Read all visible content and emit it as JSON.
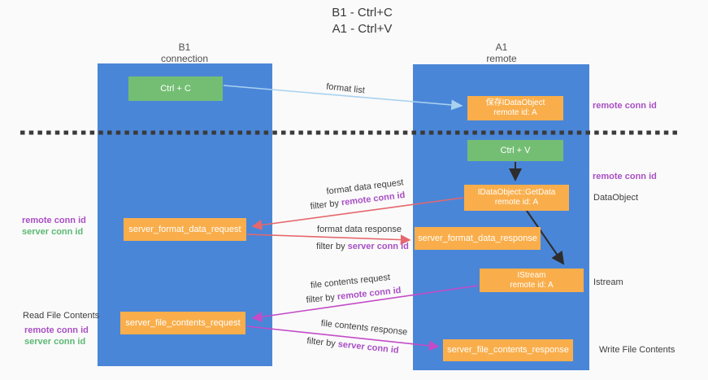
{
  "title": {
    "line1": "B1 - Ctrl+C",
    "line2": "A1 - Ctrl+V"
  },
  "columns": {
    "left": {
      "name": "B1",
      "role": "connection"
    },
    "right": {
      "name": "A1",
      "role": "remote"
    }
  },
  "nodes": {
    "ctrl_c": {
      "label": "Ctrl + C"
    },
    "save_dataobject": {
      "line1": "保存IDataObject",
      "line2": "remote id: A"
    },
    "ctrl_v": {
      "label": "Ctrl + V"
    },
    "getdata": {
      "line1": "IDataObject::GetData",
      "line2": "remote id: A"
    },
    "istream": {
      "line1": "IStream",
      "line2": "remote id: A"
    },
    "server_format_data_request": {
      "label": "server_format_data_request"
    },
    "server_format_data_response": {
      "label": "server_format_data_response"
    },
    "server_file_contents_request": {
      "label": "server_file_contents_request"
    },
    "server_file_contents_response": {
      "label": "server_file_contents_response"
    }
  },
  "side_labels": {
    "right_remote_conn_id_1": "remote conn id",
    "right_remote_conn_id_2": "remote conn id",
    "right_dataobject": "DataObject",
    "right_istream": "Istream",
    "right_write_file_contents": "Write File Contents",
    "left_remote_conn_id_1": "remote conn id",
    "left_server_conn_id_1": "server conn id",
    "left_read_file_contents": "Read File Contents",
    "left_remote_conn_id_2": "remote conn id",
    "left_server_conn_id_2": "server conn id"
  },
  "arrow_labels": {
    "format_list": "format list",
    "format_data_request": "format data request",
    "filter_remote_1": {
      "prefix": "filter by",
      "highlight": "remote conn id"
    },
    "format_data_response": "format data response",
    "filter_server_1": {
      "prefix": "filter by",
      "highlight": "server conn id"
    },
    "file_contents_request": "file contents request",
    "filter_remote_2": {
      "prefix": "filter by",
      "highlight": "remote conn id"
    },
    "file_contents_response": "file contents response",
    "filter_server_2": {
      "prefix": "filter by",
      "highlight": "server conn id"
    }
  },
  "colors": {
    "column_blue": "#4a86d8",
    "box_green": "#74be74",
    "box_orange": "#f9ae4b",
    "purple_text": "#a94fc4",
    "green_text": "#5cb874",
    "red_arrow": "#e5676d",
    "magenta_arrow": "#c44bc8",
    "blue_arrow": "#a9d2f0",
    "black_arrow": "#2d2d2d",
    "dash_line": "#3a3a3a"
  }
}
